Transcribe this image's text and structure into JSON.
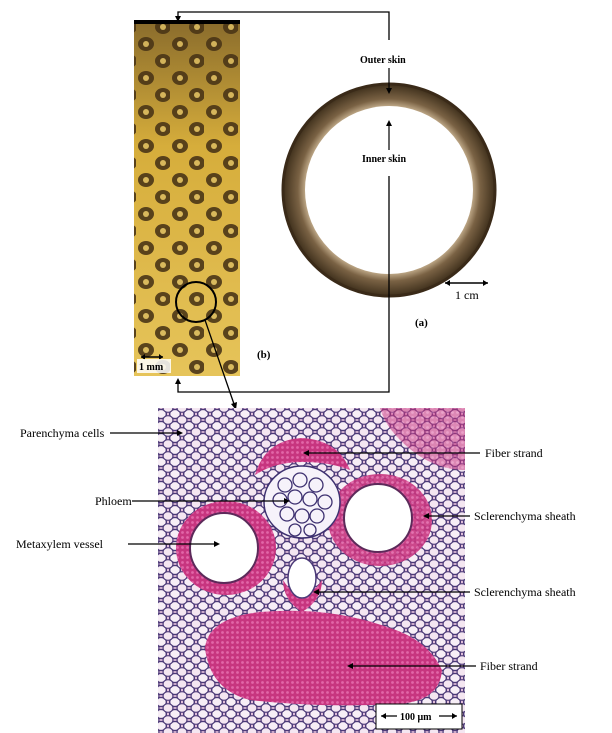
{
  "panel_a": {
    "letter": "(a)",
    "outer_label": "Outer skin",
    "inner_label": "Inner skin",
    "scale_label": "1 cm"
  },
  "panel_b": {
    "letter": "(b)",
    "scale_label": "1 mm"
  },
  "panel_c": {
    "scale_label": "100 μm",
    "labels_left": [
      "Parenchyma cells",
      "Phloem",
      "Metaxylem vessel"
    ],
    "labels_right": [
      "Fiber strand",
      "Sclerenchyma sheath",
      "Sclerenchyma sheath",
      "Fiber strand"
    ]
  },
  "colors": {
    "ring": "#4a3a25",
    "panel_b_bg": "#c79a2a",
    "panel_b_hole": "#4a3516",
    "tissue_bg": "#e6c2df",
    "tissue_fiber": "#c93b86",
    "tissue_cellwall": "#4c3a78"
  }
}
